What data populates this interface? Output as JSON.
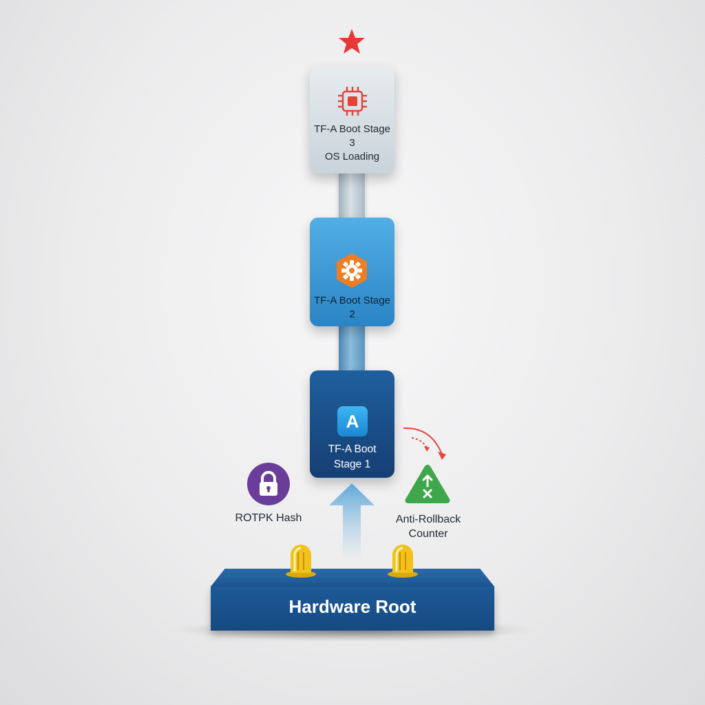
{
  "diagram": {
    "stages": [
      {
        "id": "stage3",
        "label": "TF-A Boot Stage 3\nOS Loading",
        "icon": "chip-icon"
      },
      {
        "id": "stage2",
        "label": "TF-A Boot Stage 2",
        "icon": "gear-hex-icon"
      },
      {
        "id": "stage1",
        "label": "TF-A Boot\nStage 1",
        "icon": "app-icon",
        "icon_text": "A"
      }
    ],
    "rotpk": {
      "label": "ROTPK Hash",
      "icon": "lock-icon"
    },
    "anti_rollback": {
      "label": "Anti-Rollback\nCounter",
      "icon": "warning-triangle-icon"
    },
    "hardware_root": {
      "label": "Hardware Root",
      "icon": "fuse-icon"
    },
    "top_marker": {
      "icon": "star-icon"
    }
  },
  "colors": {
    "stage3": "#c9d3da",
    "stage2": "#2b84c4",
    "stage1": "#153f73",
    "hardware_root": "#1d5a98",
    "star": "#e53935",
    "chip": "#e2443a",
    "gear": "#ef7d22",
    "lock": "#6a3d9a",
    "triangle": "#3ea64b",
    "fuse": "#f2c21b",
    "arrow_red": "#e6463b"
  }
}
